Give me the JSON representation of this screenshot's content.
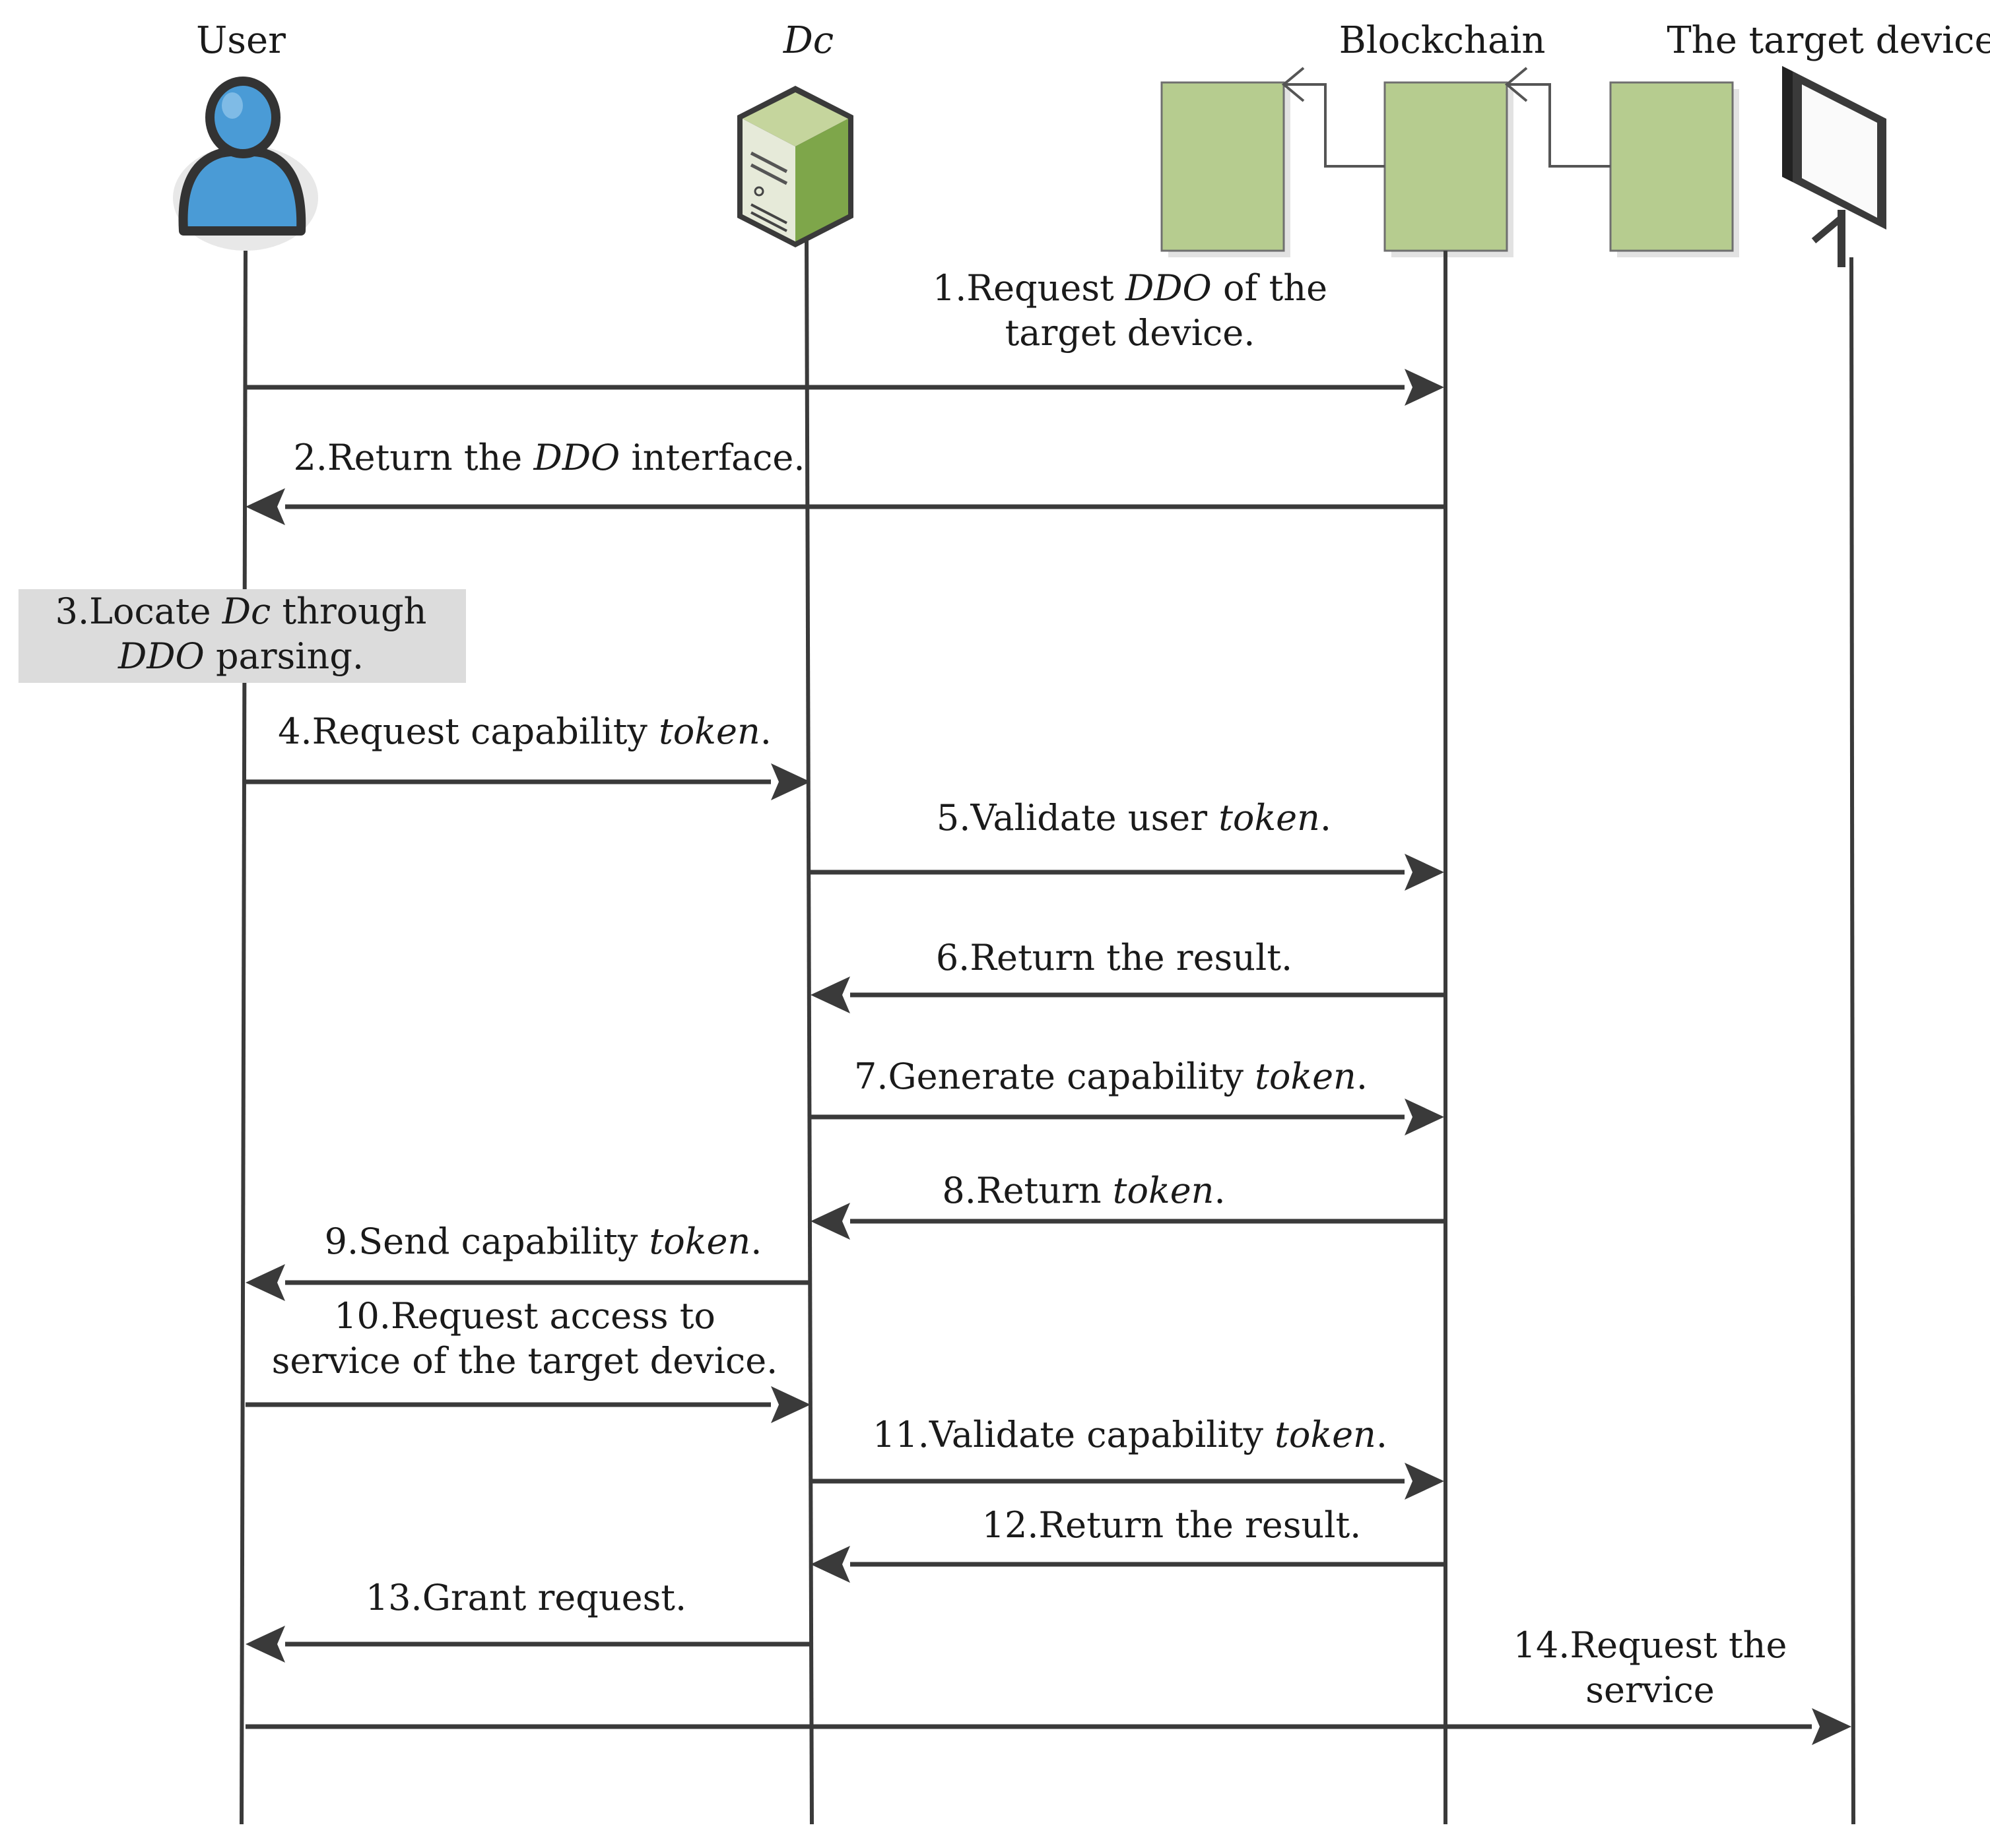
{
  "participants": {
    "user": "User",
    "dc": "Dc",
    "blockchain": "Blockchain",
    "target": "The target device"
  },
  "note": {
    "line1": {
      "num": "3.Locate ",
      "em1": "Dc",
      "rest": " through"
    },
    "line2": {
      "em1": "DDO",
      "rest": " parsing."
    }
  },
  "messages": [
    {
      "id": 1,
      "from": "user",
      "to": "blockchain",
      "lines": [
        [
          {
            "t": "1.Request "
          },
          {
            "t": "DDO",
            "i": true
          },
          {
            "t": " of the"
          }
        ],
        [
          {
            "t": "target device."
          }
        ]
      ]
    },
    {
      "id": 2,
      "from": "blockchain",
      "to": "user",
      "lines": [
        [
          {
            "t": "2.Return the "
          },
          {
            "t": "DDO",
            "i": true
          },
          {
            "t": " interface."
          }
        ]
      ]
    },
    {
      "id": 4,
      "from": "user",
      "to": "dc",
      "lines": [
        [
          {
            "t": "4.Request capability "
          },
          {
            "t": "token",
            "i": true
          },
          {
            "t": "."
          }
        ]
      ]
    },
    {
      "id": 5,
      "from": "dc",
      "to": "blockchain",
      "lines": [
        [
          {
            "t": "5.Validate user "
          },
          {
            "t": "token",
            "i": true
          },
          {
            "t": "."
          }
        ]
      ]
    },
    {
      "id": 6,
      "from": "blockchain",
      "to": "dc",
      "lines": [
        [
          {
            "t": "6.Return the result."
          }
        ]
      ]
    },
    {
      "id": 7,
      "from": "dc",
      "to": "blockchain",
      "lines": [
        [
          {
            "t": "7.Generate capability "
          },
          {
            "t": "token",
            "i": true
          },
          {
            "t": "."
          }
        ]
      ]
    },
    {
      "id": 8,
      "from": "blockchain",
      "to": "dc",
      "lines": [
        [
          {
            "t": "8.Return "
          },
          {
            "t": "token",
            "i": true
          },
          {
            "t": "."
          }
        ]
      ]
    },
    {
      "id": 9,
      "from": "dc",
      "to": "user",
      "lines": [
        [
          {
            "t": "9.Send capability "
          },
          {
            "t": "token",
            "i": true
          },
          {
            "t": "."
          }
        ]
      ]
    },
    {
      "id": 10,
      "from": "user",
      "to": "dc",
      "lines": [
        [
          {
            "t": "10.Request access to"
          }
        ],
        [
          {
            "t": "service of the target device."
          }
        ]
      ]
    },
    {
      "id": 11,
      "from": "dc",
      "to": "blockchain",
      "lines": [
        [
          {
            "t": "11.Validate capability "
          },
          {
            "t": "token",
            "i": true
          },
          {
            "t": "."
          }
        ]
      ]
    },
    {
      "id": 12,
      "from": "blockchain",
      "to": "dc",
      "lines": [
        [
          {
            "t": "12.Return the result."
          }
        ]
      ]
    },
    {
      "id": 13,
      "from": "dc",
      "to": "user",
      "lines": [
        [
          {
            "t": "13.Grant request."
          }
        ]
      ]
    },
    {
      "id": 14,
      "from": "user",
      "to": "target",
      "lines": [
        [
          {
            "t": "14.Request the"
          }
        ],
        [
          {
            "t": "service"
          }
        ]
      ]
    }
  ],
  "icons": {
    "user": "user-person-icon",
    "dc": "server-tower-icon",
    "blockchain": "blockchain-blocks-icon",
    "target": "display-device-icon"
  },
  "colors": {
    "block_fill": "#b6cc8f",
    "user_icon": "#4a9bd6",
    "server_green": "#8fb15a",
    "note_fill": "#dcdcdc",
    "line": "#3a3a3a"
  }
}
